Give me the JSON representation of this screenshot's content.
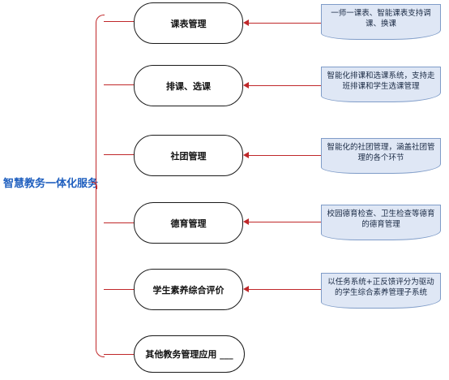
{
  "root": {
    "label": "智慧教务一体化服务"
  },
  "nodes": [
    {
      "label": "课表管理",
      "note": "一师一课表、智能课表支持调课、换课"
    },
    {
      "label": "排课、选课",
      "note": "智能化排课和选课系统，支持走班排课和学生选课管理"
    },
    {
      "label": "社团管理",
      "note": "智能化的社团管理，涵盖社团管理的各个环节"
    },
    {
      "label": "德育管理",
      "note": "校园德育检查、卫生检查等德育的德育管理"
    },
    {
      "label": "学生素养综合评价",
      "note": "以任务系统+正反馈评分为驱动的学生综合素养管理子系统"
    },
    {
      "label": "其他教务管理应用 ___"
    }
  ],
  "colors": {
    "connector": "#c0282a",
    "note_fill": "#dfe7f5",
    "root_text": "#1f5fbf"
  }
}
